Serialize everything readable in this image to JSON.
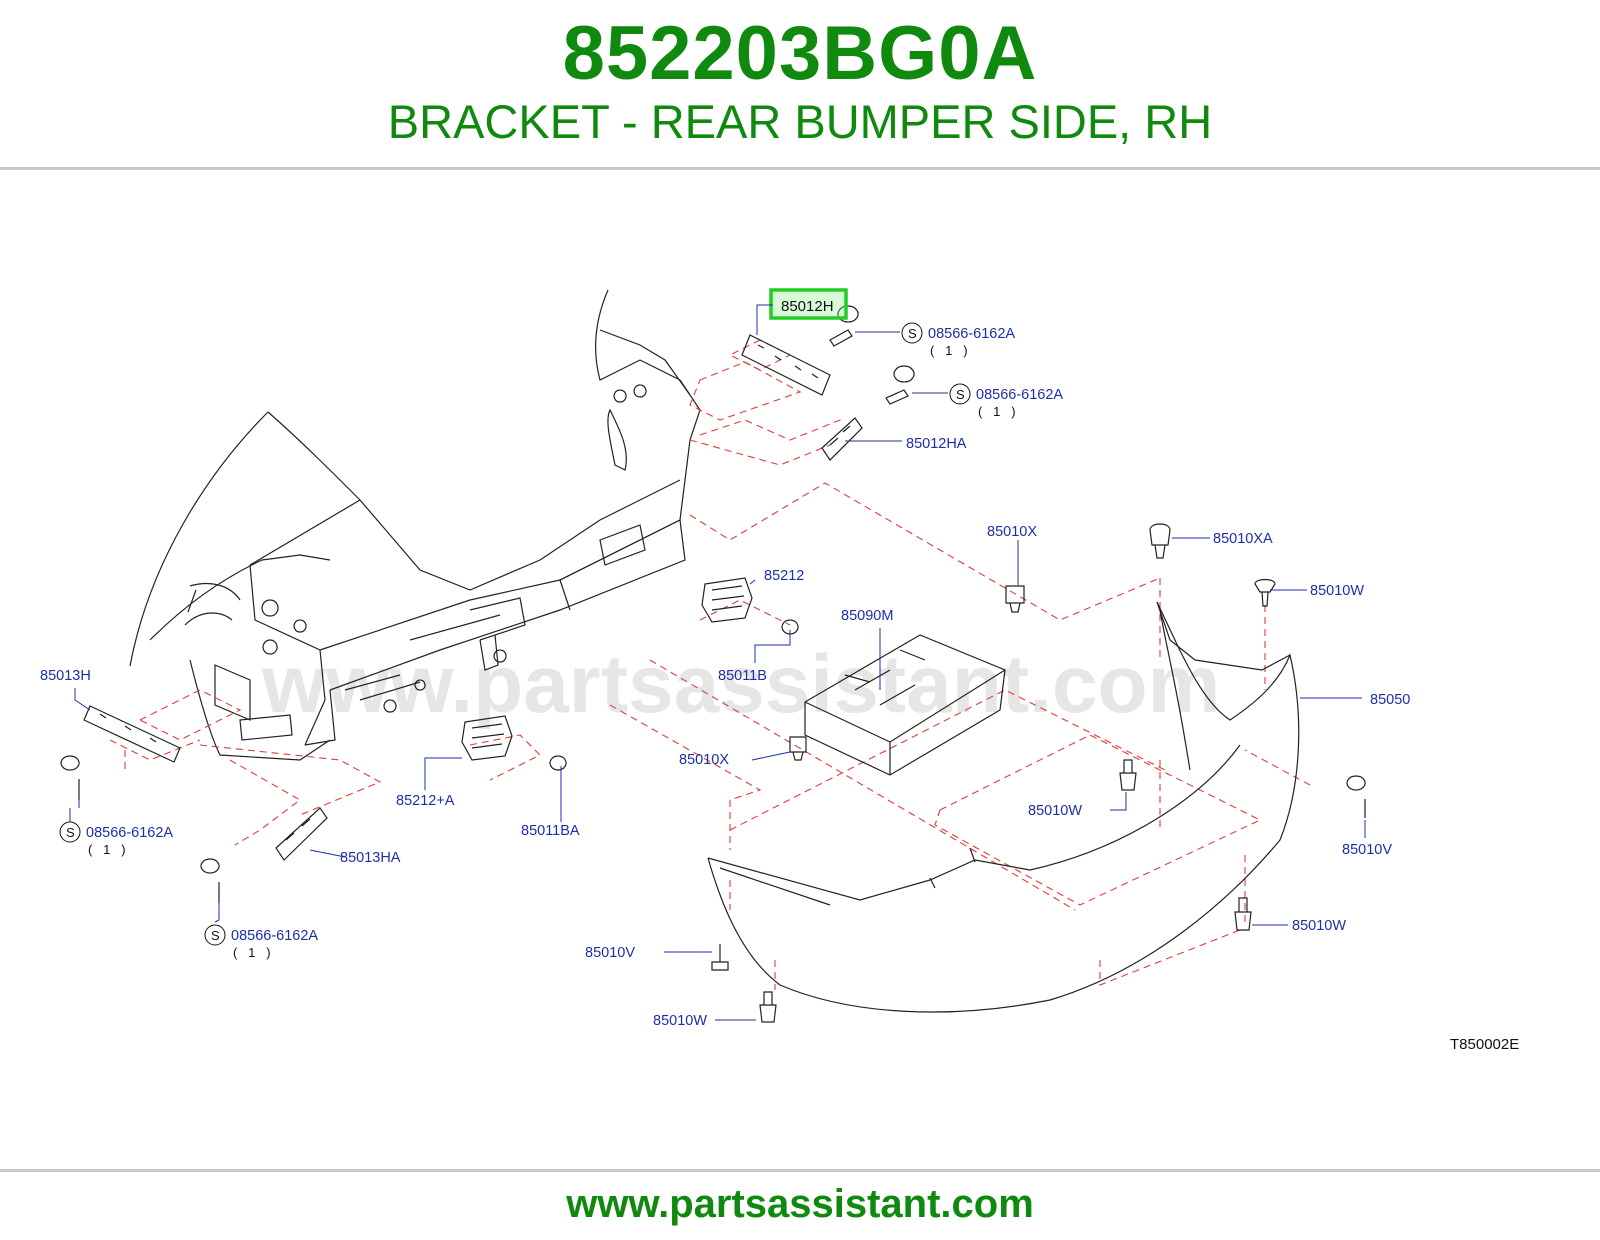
{
  "header": {
    "part_number": "852203BG0A",
    "description": "BRACKET - REAR BUMPER SIDE, RH"
  },
  "diagram": {
    "watermark": "www.partsassistant.com",
    "figure_code": "T850002E",
    "highlighted_part": "85012H",
    "labels": {
      "p85012H": "85012H",
      "p85012HA": "85012HA",
      "p85013H": "85013H",
      "p85013HA": "85013HA",
      "p85010X_a": "85010X",
      "p85010X_b": "85010X",
      "p85010XA": "85010XA",
      "p85010W_a": "85010W",
      "p85010W_b": "85010W",
      "p85010W_c": "85010W",
      "p85010W_d": "85010W",
      "p85010V_a": "85010V",
      "p85010V_b": "85010V",
      "p85212": "85212",
      "p85212A": "85212+A",
      "p85011B": "85011B",
      "p85011BA": "85011BA",
      "p85090M": "85090M",
      "p85050": "85050"
    },
    "screws": [
      {
        "symbol": "S",
        "code": "08566-6162A",
        "qty": "(   1   )"
      },
      {
        "symbol": "S",
        "code": "08566-6162A",
        "qty": "(   1   )"
      },
      {
        "symbol": "S",
        "code": "08566-6162A",
        "qty": "(   1   )"
      },
      {
        "symbol": "S",
        "code": "08566-6162A",
        "qty": "(   1   )"
      }
    ]
  },
  "footer": {
    "url": "www.partsassistant.com"
  },
  "colors": {
    "brand_green": "#0f8a0f",
    "label_blue": "#1d2fa8",
    "dash_red": "#e23b3b",
    "highlight": "#22cc22"
  }
}
